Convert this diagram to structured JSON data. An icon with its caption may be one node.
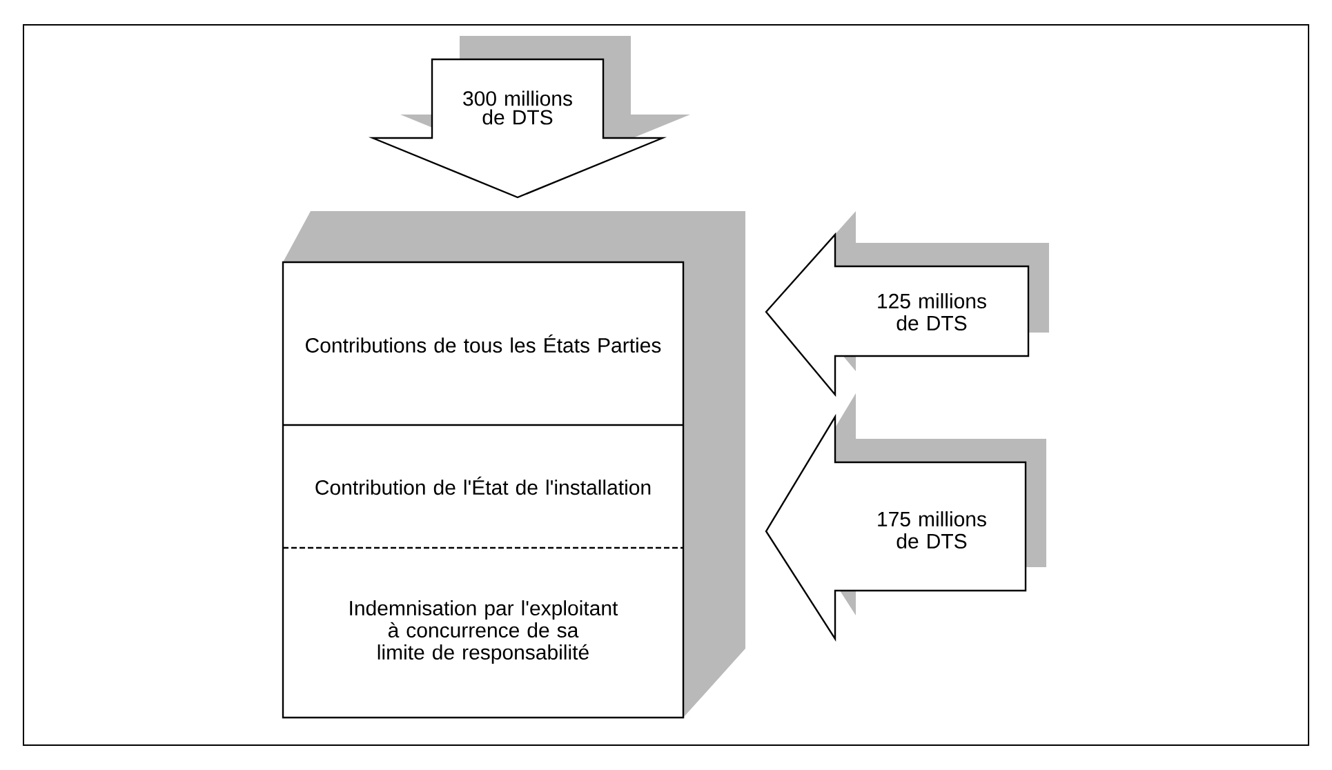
{
  "diagram": {
    "nodes": [
      {
        "text": [
          "300 millions de DTS"
        ]
      },
      {
        "text": [
          "Contributions de tous les États Parties"
        ]
      },
      {
        "text": [
          "125 millions de DTS"
        ]
      },
      {
        "text": [
          "Contribution de l'État de l'installation"
        ]
      },
      {
        "text": [
          "175 millions de DTS"
        ]
      },
      {
        "text": [
          "Indemnisation par l'exploitant à concurrence de sa limite de responsabilité"
        ]
      }
    ]
  }
}
